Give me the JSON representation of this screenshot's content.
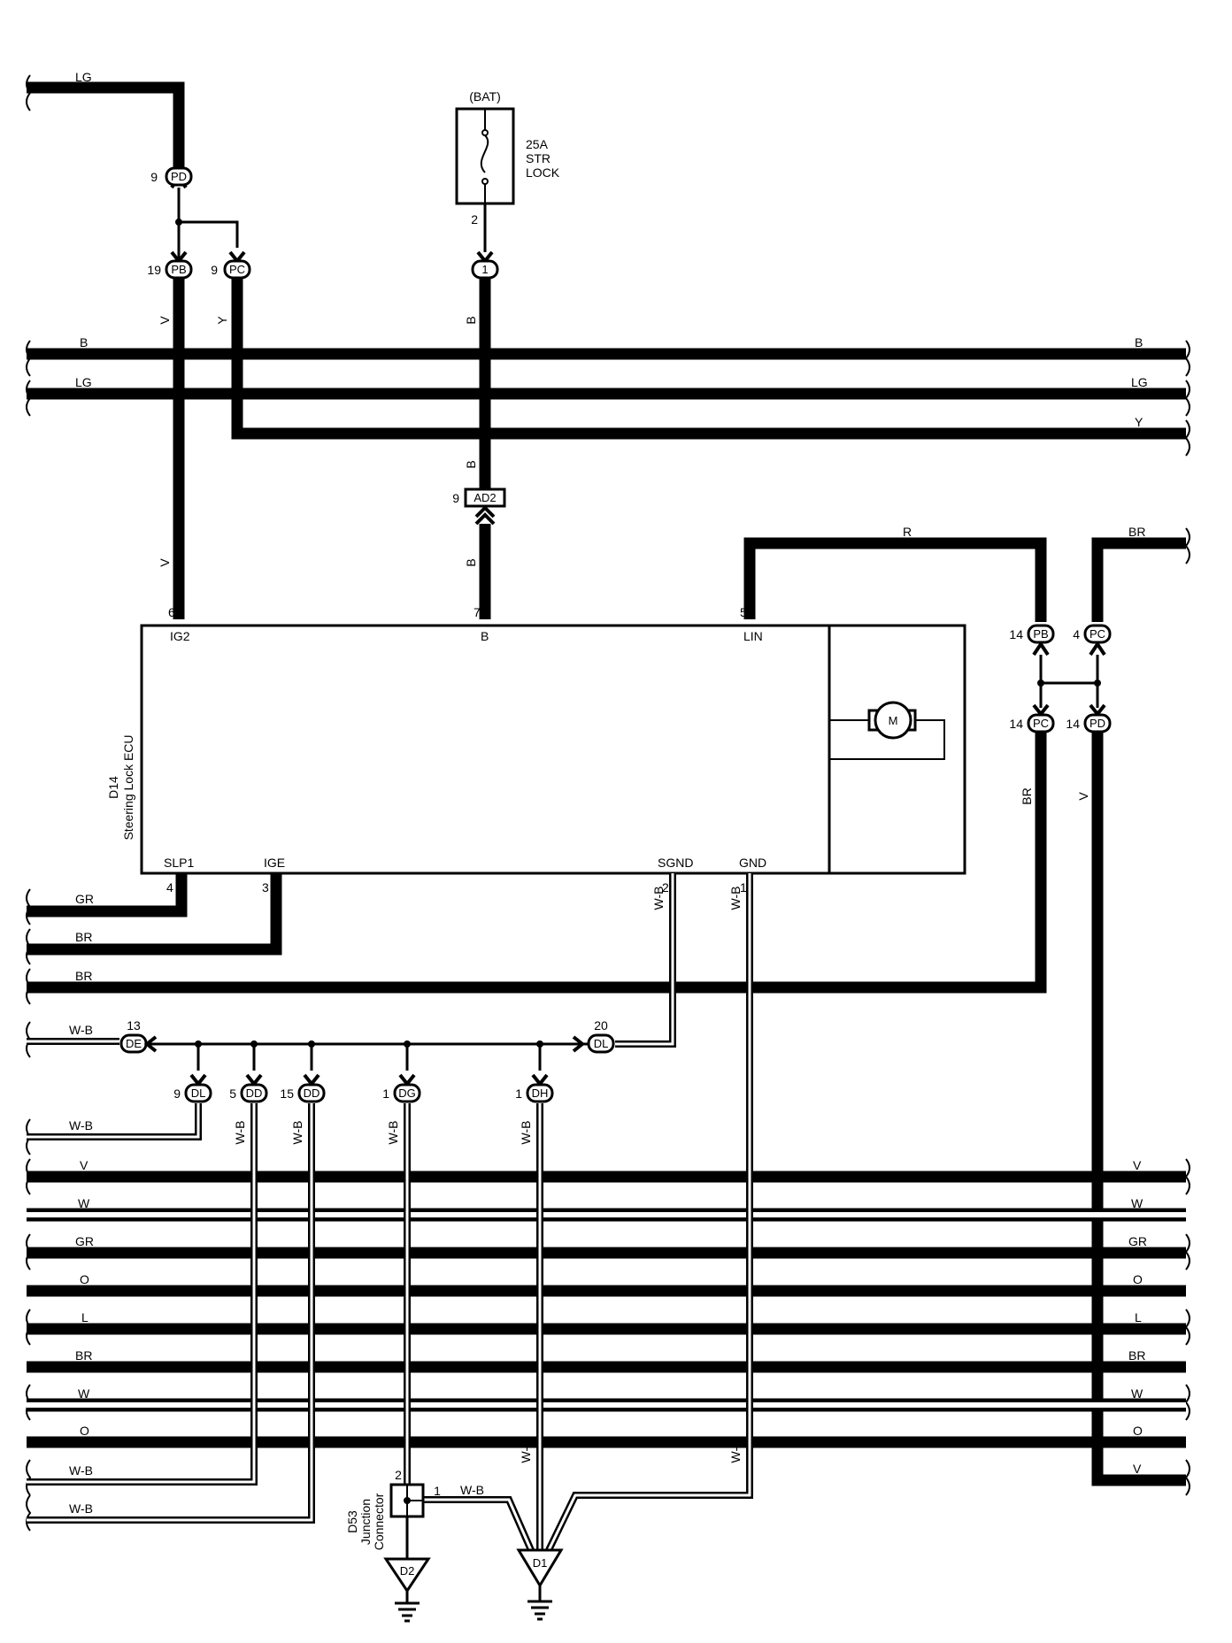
{
  "battery": {
    "label": "(BAT)"
  },
  "fuse": {
    "rating": "25A",
    "line1": "STR",
    "line2": "LOCK",
    "pin": "2"
  },
  "ecu": {
    "code": "D14",
    "name": "Steering Lock ECU",
    "pins": {
      "ig2": {
        "num": "6",
        "name": "IG2"
      },
      "b": {
        "num": "7",
        "name": "B"
      },
      "lin": {
        "num": "5",
        "name": "LIN"
      },
      "slp1": {
        "num": "4",
        "name": "SLP1"
      },
      "ige": {
        "num": "3",
        "name": "IGE"
      },
      "sgnd": {
        "num": "2",
        "name": "SGND"
      },
      "gnd": {
        "num": "1",
        "name": "GND"
      }
    },
    "motor": "M"
  },
  "connectors": {
    "pd9": {
      "code": "PD",
      "pin": "9"
    },
    "pb19": {
      "code": "PB",
      "pin": "19"
    },
    "pc9": {
      "code": "PC",
      "pin": "9"
    },
    "fuse_out": {
      "code": "1"
    },
    "ad2": {
      "code": "AD2",
      "pin": "9"
    },
    "pb14": {
      "code": "PB",
      "pin": "14"
    },
    "pc4": {
      "code": "PC",
      "pin": "4"
    },
    "pc14": {
      "code": "PC",
      "pin": "14"
    },
    "pd14": {
      "code": "PD",
      "pin": "14"
    },
    "de13": {
      "code": "DE",
      "pin": "13"
    },
    "dl20": {
      "code": "DL",
      "pin": "20"
    },
    "dl9": {
      "code": "DL",
      "pin": "9"
    },
    "dd5": {
      "code": "DD",
      "pin": "5"
    },
    "dd15": {
      "code": "DD",
      "pin": "15"
    },
    "dg1": {
      "code": "DG",
      "pin": "1"
    },
    "dh1": {
      "code": "DH",
      "pin": "1"
    }
  },
  "wire_colors": {
    "lg_top": "LG",
    "v_ig2_upper": "V",
    "y_pc": "Y",
    "b_fuse": "B",
    "b_ad2_upper": "B",
    "b_ad2_lower": "B",
    "v_ig2_lower": "V",
    "r_lin": "R",
    "br_right_top": "BR",
    "br_pc14": "BR",
    "v_pd14": "V",
    "sgnd": "W-B",
    "gnd": "W-B",
    "de_left": "W-B",
    "dl9_left": "W-B",
    "dd5": "W-B",
    "dd15": "W-B",
    "dg1": "W-B",
    "dh1": "W-B",
    "j53_out": "W-B",
    "dh1_lower": "W-B",
    "gnd_lower": "W-B"
  },
  "bus_upper": [
    {
      "left": "B",
      "right": "B"
    },
    {
      "left": "LG",
      "right": "LG"
    },
    {
      "left": "",
      "right": "Y"
    }
  ],
  "bus_mid": [
    {
      "left": "GR"
    },
    {
      "left": "BR"
    },
    {
      "left": "BR"
    }
  ],
  "bus_lower": [
    {
      "left": "W-B",
      "right": ""
    },
    {
      "left": "V",
      "right": "V"
    },
    {
      "left": "W",
      "right": "W"
    },
    {
      "left": "GR",
      "right": "GR"
    },
    {
      "left": "O",
      "right": "O"
    },
    {
      "left": "L",
      "right": "L"
    },
    {
      "left": "BR",
      "right": "BR"
    },
    {
      "left": "W",
      "right": "W"
    },
    {
      "left": "O",
      "right": "O"
    },
    {
      "left": "W-B",
      "right": "V"
    },
    {
      "left": "W-B",
      "right": ""
    }
  ],
  "junction": {
    "code": "D53",
    "line1": "Junction",
    "line2": "Connector",
    "pin_in": "2",
    "pin_out": "1"
  },
  "grounds": {
    "d2": "D2",
    "d1": "D1"
  }
}
